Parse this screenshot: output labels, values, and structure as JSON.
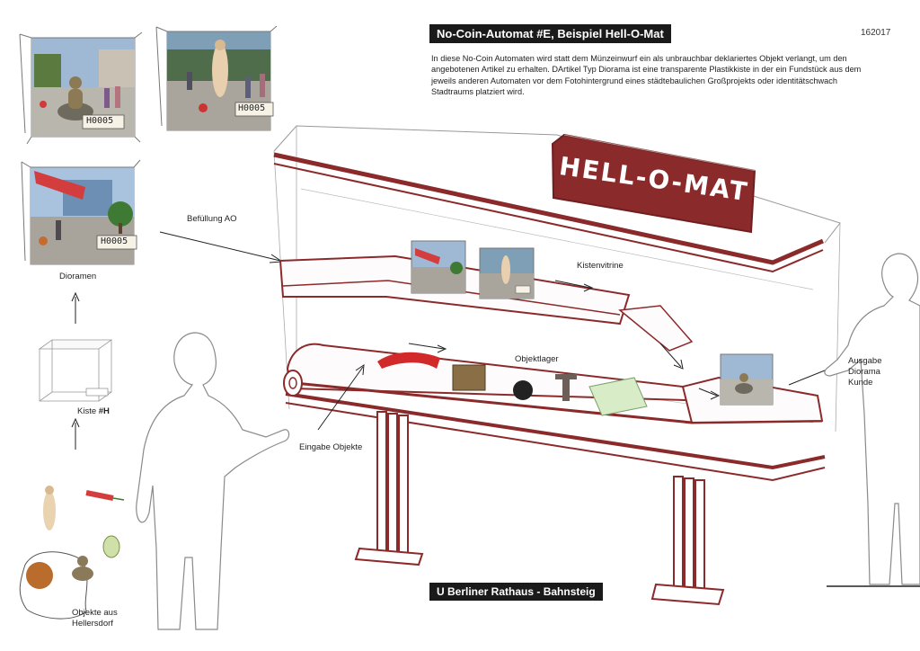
{
  "header": {
    "title": "No-Coin-Automat #E, Beispiel Hell-O-Mat",
    "code": "162017",
    "description": "In diese No-Coin Automaten wird statt dem Münzeinwurf ein als unbrauchbar deklariertes Objekt verlangt, um den angebotenen Artikel zu erhalten. DArtikel Typ Diorama ist eine transparente Plastikkiste in der ein Fundstück aus dem jeweils anderen Automaten vor dem Fotohintergrund eines städtebaulichen Großprojekts oder identitätschwach Stadtraums platziert wird."
  },
  "sign": {
    "text": "HELL-O-MAT"
  },
  "labels": {
    "befuellung": "Befüllung AO",
    "dioramen": "Dioramen",
    "kiste_prefix": "Kiste ",
    "kiste_bold": "#H",
    "objekte_line1": "Objekte aus",
    "objekte_line2": "Hellersdorf",
    "eingabe": "Eingabe Objekte",
    "objektlager": "Objektlager",
    "kistenvitrine": "Kistenvitrine",
    "ausgabe_line1": "Ausgabe",
    "ausgabe_line2": "Diorama",
    "ausgabe_line3": "Kunde"
  },
  "box_tags": [
    "H0005",
    "H0005",
    "H0005"
  ],
  "footer": {
    "station": "U Berliner Rathaus - Bahnsteig"
  },
  "colors": {
    "accent": "#8b2a2a",
    "sketch": "#7a7a7a",
    "label_bg": "#1a1a1a"
  }
}
